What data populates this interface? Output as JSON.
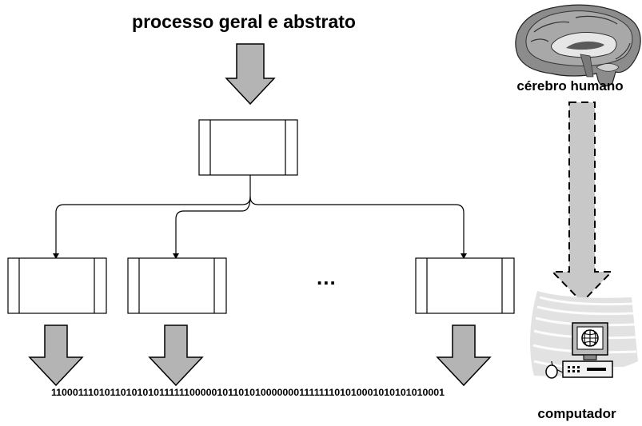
{
  "title": "processo geral e abstrato",
  "ellipsis": "...",
  "binary_string": "1100011101011010101011111100000101101010000000111111101010001010101010001",
  "brain_label": "cérebro humano",
  "computer_label": "computador"
}
